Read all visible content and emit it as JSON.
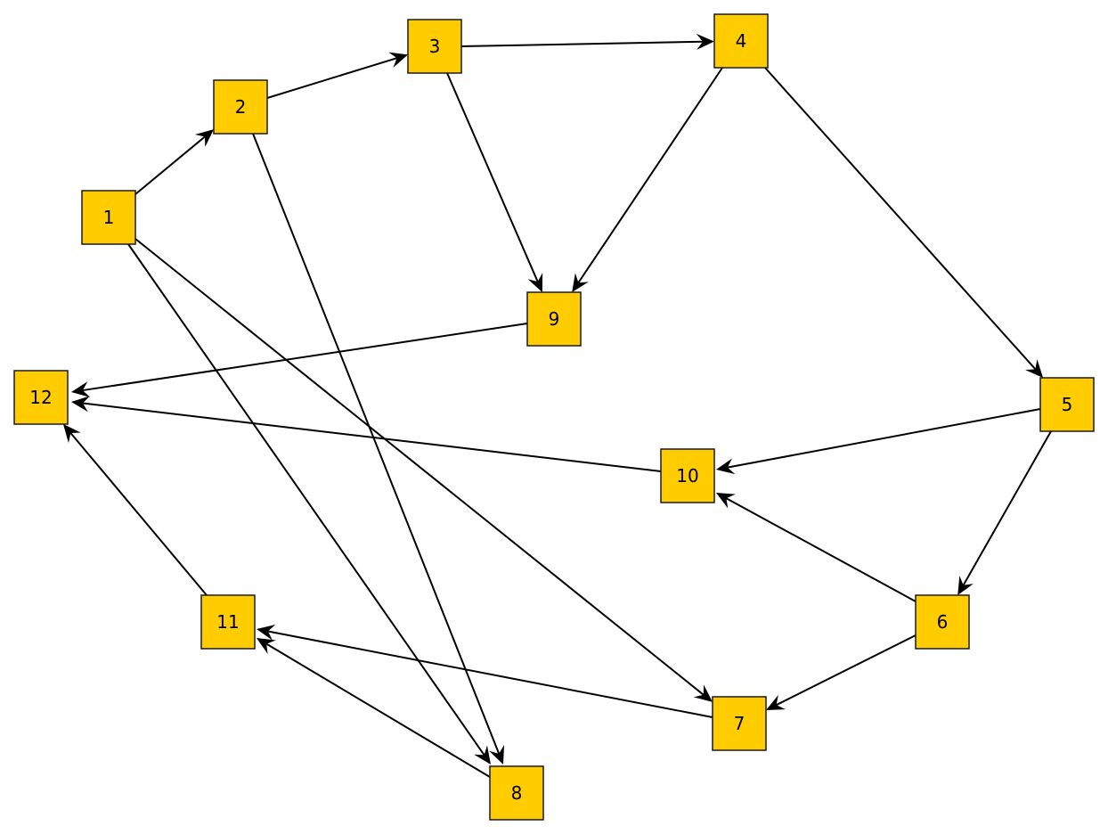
{
  "diagram": {
    "type": "directed-graph",
    "node_fill": "#ffcc00",
    "node_stroke": "#1a1a1a",
    "edge_color": "#000000",
    "nodes": [
      {
        "id": "1",
        "label": "1"
      },
      {
        "id": "2",
        "label": "2"
      },
      {
        "id": "3",
        "label": "3"
      },
      {
        "id": "4",
        "label": "4"
      },
      {
        "id": "5",
        "label": "5"
      },
      {
        "id": "6",
        "label": "6"
      },
      {
        "id": "7",
        "label": "7"
      },
      {
        "id": "8",
        "label": "8"
      },
      {
        "id": "9",
        "label": "9"
      },
      {
        "id": "10",
        "label": "10"
      },
      {
        "id": "11",
        "label": "11"
      },
      {
        "id": "12",
        "label": "12"
      }
    ],
    "edges": [
      {
        "from": "1",
        "to": "2"
      },
      {
        "from": "2",
        "to": "3"
      },
      {
        "from": "3",
        "to": "4"
      },
      {
        "from": "4",
        "to": "5"
      },
      {
        "from": "4",
        "to": "9"
      },
      {
        "from": "3",
        "to": "9"
      },
      {
        "from": "5",
        "to": "10"
      },
      {
        "from": "5",
        "to": "6"
      },
      {
        "from": "6",
        "to": "10"
      },
      {
        "from": "6",
        "to": "7"
      },
      {
        "from": "1",
        "to": "7"
      },
      {
        "from": "1",
        "to": "8"
      },
      {
        "from": "2",
        "to": "8"
      },
      {
        "from": "8",
        "to": "11"
      },
      {
        "from": "7",
        "to": "11"
      },
      {
        "from": "11",
        "to": "12"
      },
      {
        "from": "9",
        "to": "12"
      },
      {
        "from": "10",
        "to": "12"
      }
    ]
  }
}
